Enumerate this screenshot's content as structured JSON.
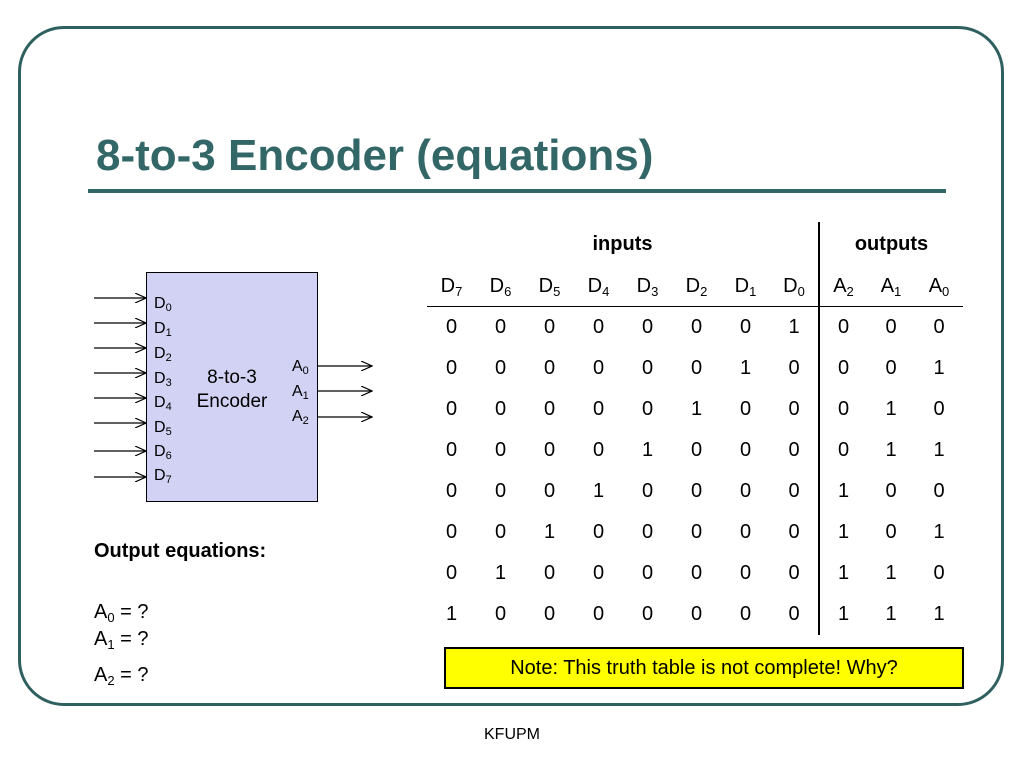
{
  "title": "8-to-3 Encoder (equations)",
  "diagram": {
    "label_line1": "8-to-3",
    "label_line2": "Encoder",
    "inputs": [
      {
        "letter": "D",
        "sub": "0"
      },
      {
        "letter": "D",
        "sub": "1"
      },
      {
        "letter": "D",
        "sub": "2"
      },
      {
        "letter": "D",
        "sub": "3"
      },
      {
        "letter": "D",
        "sub": "4"
      },
      {
        "letter": "D",
        "sub": "5"
      },
      {
        "letter": "D",
        "sub": "6"
      },
      {
        "letter": "D",
        "sub": "7"
      }
    ],
    "outputs": [
      {
        "letter": "A",
        "sub": "0"
      },
      {
        "letter": "A",
        "sub": "1"
      },
      {
        "letter": "A",
        "sub": "2"
      }
    ]
  },
  "equations": {
    "heading": "Output equations:",
    "items": [
      {
        "letter": "A",
        "sub": "0",
        "rhs": " = ?"
      },
      {
        "letter": "A",
        "sub": "1",
        "rhs": " = ?"
      },
      {
        "letter": "A",
        "sub": "2",
        "rhs": " = ?"
      }
    ]
  },
  "table": {
    "inputs_label": "inputs",
    "outputs_label": "outputs",
    "headers": [
      {
        "letter": "D",
        "sub": "7"
      },
      {
        "letter": "D",
        "sub": "6"
      },
      {
        "letter": "D",
        "sub": "5"
      },
      {
        "letter": "D",
        "sub": "4"
      },
      {
        "letter": "D",
        "sub": "3"
      },
      {
        "letter": "D",
        "sub": "2"
      },
      {
        "letter": "D",
        "sub": "1"
      },
      {
        "letter": "D",
        "sub": "0"
      },
      {
        "letter": "A",
        "sub": "2"
      },
      {
        "letter": "A",
        "sub": "1"
      },
      {
        "letter": "A",
        "sub": "0"
      }
    ],
    "rows": [
      [
        "0",
        "0",
        "0",
        "0",
        "0",
        "0",
        "0",
        "1",
        "0",
        "0",
        "0"
      ],
      [
        "0",
        "0",
        "0",
        "0",
        "0",
        "0",
        "1",
        "0",
        "0",
        "0",
        "1"
      ],
      [
        "0",
        "0",
        "0",
        "0",
        "0",
        "1",
        "0",
        "0",
        "0",
        "1",
        "0"
      ],
      [
        "0",
        "0",
        "0",
        "0",
        "1",
        "0",
        "0",
        "0",
        "0",
        "1",
        "1"
      ],
      [
        "0",
        "0",
        "0",
        "1",
        "0",
        "0",
        "0",
        "0",
        "1",
        "0",
        "0"
      ],
      [
        "0",
        "0",
        "1",
        "0",
        "0",
        "0",
        "0",
        "0",
        "1",
        "0",
        "1"
      ],
      [
        "0",
        "1",
        "0",
        "0",
        "0",
        "0",
        "0",
        "0",
        "1",
        "1",
        "0"
      ],
      [
        "1",
        "0",
        "0",
        "0",
        "0",
        "0",
        "0",
        "0",
        "1",
        "1",
        "1"
      ]
    ]
  },
  "note": "Note: This truth table is not complete! Why?",
  "footer": "KFUPM"
}
